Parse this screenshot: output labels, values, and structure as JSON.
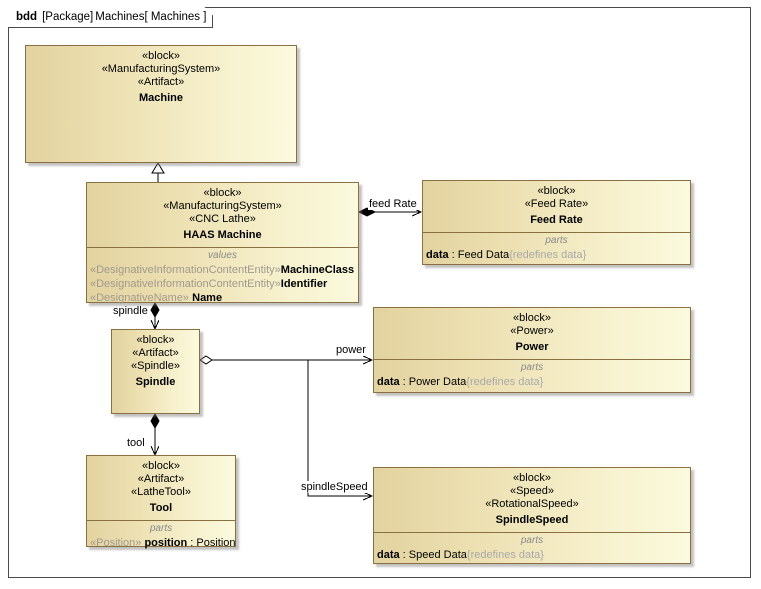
{
  "frame": {
    "kind": "bdd",
    "package_keyword": "[Package]",
    "package_name": "Machines",
    "diagram_name": "[ Machines ]"
  },
  "blocks": [
    {
      "id": "machine",
      "name": "Machine",
      "stereotypes": [
        "«block»",
        "«ManufacturingSystem»",
        "«Artifact»"
      ],
      "compartments": []
    },
    {
      "id": "haas",
      "name": "HAAS Machine",
      "stereotypes": [
        "«block»",
        "«ManufacturingSystem»",
        "«CNC Lathe»"
      ],
      "compartments": [
        {
          "label": "values",
          "properties": [
            {
              "stereotype": "«DesignativeInformationContentEntity»",
              "name": "MachineClass",
              "type": "",
              "redefines": ""
            },
            {
              "stereotype": "«DesignativeInformationContentEntity»",
              "name": "Identifier",
              "type": "",
              "redefines": ""
            },
            {
              "stereotype": "«DesignativeName»",
              "name": "Name",
              "type": "",
              "redefines": ""
            }
          ]
        }
      ]
    },
    {
      "id": "feedrate",
      "name": "Feed Rate",
      "stereotypes": [
        "«block»",
        "«Feed Rate»"
      ],
      "compartments": [
        {
          "label": "parts",
          "properties": [
            {
              "stereotype": "",
              "name": "data",
              "type": " : Feed Data",
              "redefines": "{redefines data}"
            }
          ]
        }
      ]
    },
    {
      "id": "spindle",
      "name": "Spindle",
      "stereotypes": [
        "«block»",
        "«Artifact»",
        "«Spindle»"
      ],
      "compartments": []
    },
    {
      "id": "power",
      "name": "Power",
      "stereotypes": [
        "«block»",
        "«Power»"
      ],
      "compartments": [
        {
          "label": "parts",
          "properties": [
            {
              "stereotype": "",
              "name": "data",
              "type": " : Power Data",
              "redefines": "{redefines data}"
            }
          ]
        }
      ]
    },
    {
      "id": "tool",
      "name": "Tool",
      "stereotypes": [
        "«block»",
        "«Artifact»",
        "«LatheTool»"
      ],
      "compartments": [
        {
          "label": "parts",
          "properties": [
            {
              "stereotype": "«Position»",
              "name": "position",
              "type": " : Position",
              "redefines": ""
            }
          ]
        }
      ]
    },
    {
      "id": "spindlespeed",
      "name": "SpindleSpeed",
      "stereotypes": [
        "«block»",
        "«Speed»",
        "«RotationalSpeed»"
      ],
      "compartments": [
        {
          "label": "parts",
          "properties": [
            {
              "stereotype": "",
              "name": "data",
              "type": " : Speed Data",
              "redefines": "{redefines data}"
            }
          ]
        }
      ]
    }
  ],
  "connectors": [
    {
      "id": "generalization",
      "label": "",
      "from": "haas",
      "to": "machine",
      "type": "generalization"
    },
    {
      "id": "feed-rate",
      "label": "feed Rate",
      "from": "haas",
      "to": "feedrate",
      "type": "composition"
    },
    {
      "id": "spindle-assoc",
      "label": "spindle",
      "from": "haas",
      "to": "spindle",
      "type": "composition"
    },
    {
      "id": "power-assoc",
      "label": "power",
      "from": "spindle",
      "to": "power",
      "type": "aggregation"
    },
    {
      "id": "spindlespeed-assoc",
      "label": "spindleSpeed",
      "from": "spindle",
      "to": "spindlespeed",
      "type": "aggregation"
    },
    {
      "id": "tool-assoc",
      "label": "tool",
      "from": "spindle",
      "to": "tool",
      "type": "composition"
    }
  ],
  "colors": {
    "block_border": "#8a7040",
    "block_fill_left": "#e2d3a0",
    "block_fill_right": "#fbfade",
    "frame_border": "#4a4a4a",
    "stereotype_muted": "#a09a8e",
    "compartment_label": "#8a8a8a"
  }
}
